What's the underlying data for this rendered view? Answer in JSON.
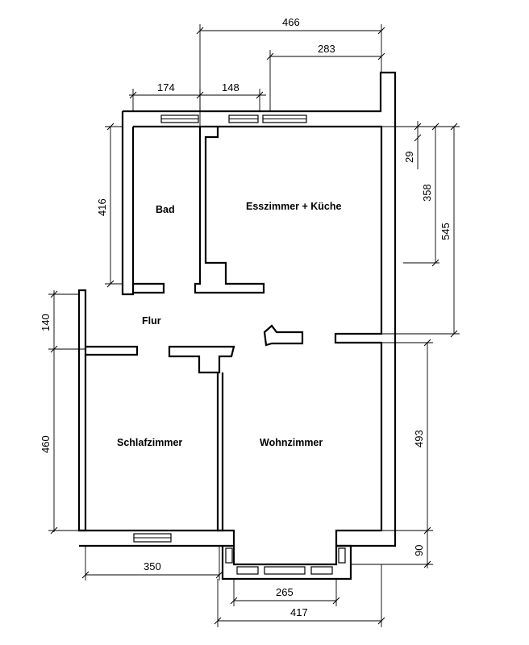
{
  "rooms": {
    "bad": "Bad",
    "esszimmer_kueche": "Esszimmer + Küche",
    "flur": "Flur",
    "schlafzimmer": "Schlafzimmer",
    "wohnzimmer": "Wohnzimmer"
  },
  "dimensions": {
    "top_total": "466",
    "top_right": "283",
    "top_left_a": "174",
    "top_left_b": "148",
    "left_bad": "416",
    "left_flur": "140",
    "left_schlaf": "460",
    "right_small": "29",
    "right_mid": "358",
    "right_long": "545",
    "right_wohn": "493",
    "right_bottom": "90",
    "bottom_schlaf": "350",
    "bottom_window": "265",
    "bottom_total": "417"
  }
}
